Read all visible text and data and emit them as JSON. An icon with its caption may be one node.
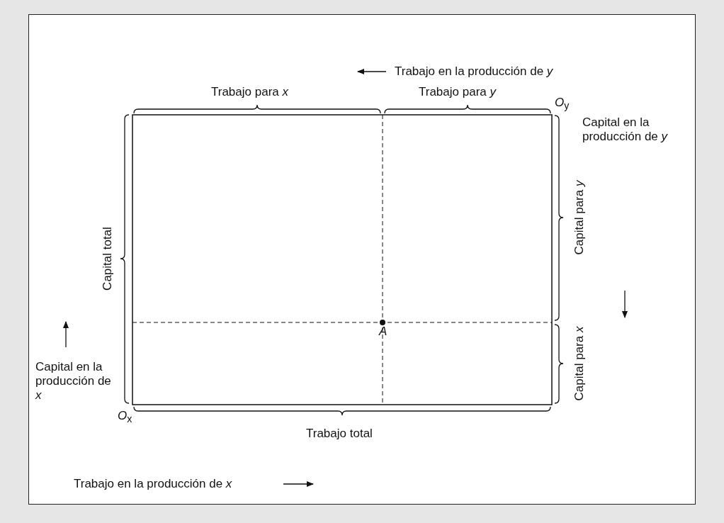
{
  "diagram": {
    "labels": [
      "Trabajo en la producción de *y*",
      "Trabajo para *x*",
      "Trabajo para *y*",
      "*O*$_{y}$",
      "Capital en la producción de *y*",
      "Capital total",
      "Capital para *y*",
      "*A*",
      "Capital para *x*",
      "Capital en la producción de *x*",
      "*O*$_{x}$",
      "Trabajo total",
      "Trabajo en la producción de *x*"
    ]
  }
}
